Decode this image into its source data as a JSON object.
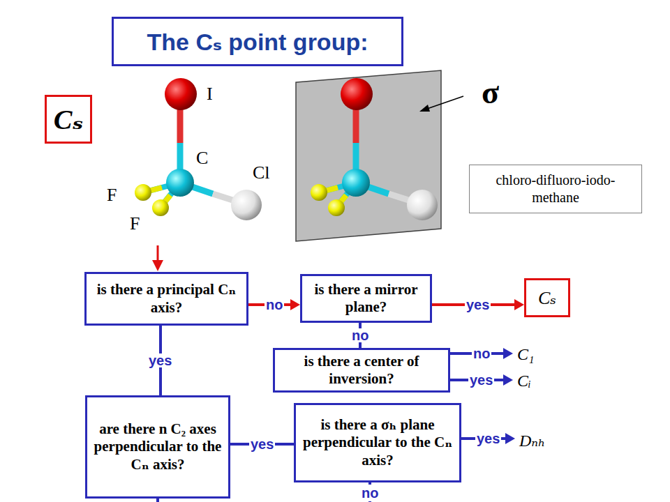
{
  "diagram": {
    "title": "The Cₛ point group:",
    "nodes": [
      {
        "text": [
          "Cₛ"
        ]
      },
      {
        "text": [
          "chloro-difluoro-iodo-methane"
        ]
      },
      {
        "text": [
          "is there a principal Cₙ axis?"
        ]
      },
      {
        "text": [
          "is there a mirror plane?"
        ]
      },
      {
        "text": [
          "Cₛ"
        ]
      },
      {
        "text": [
          "is there a center of inversion?"
        ]
      },
      {
        "text": [
          "C₁"
        ]
      },
      {
        "text": [
          "Cᵢ"
        ]
      },
      {
        "text": [
          "are there n C₂ axes perpendicular to the Cₙ axis?"
        ]
      },
      {
        "text": [
          "is there a σₕ plane perpendicular to the Cₙ axis?"
        ]
      },
      {
        "text": [
          "Dₙₕ"
        ]
      }
    ],
    "edges": [
      {
        "from": 2,
        "to": 3,
        "label": "no",
        "arrow": "to"
      },
      {
        "from": 3,
        "to": 4,
        "label": "yes",
        "arrow": "to"
      },
      {
        "from": 3,
        "to": 5,
        "label": "no",
        "arrow": "none"
      },
      {
        "from": 5,
        "to": 6,
        "label": "no",
        "arrow": "to"
      },
      {
        "from": 5,
        "to": 7,
        "label": "yes",
        "arrow": "to"
      },
      {
        "from": 2,
        "to": 8,
        "label": "yes",
        "arrow": "none"
      },
      {
        "from": 8,
        "to": 9,
        "label": "yes",
        "arrow": "none"
      },
      {
        "from": 9,
        "to": 10,
        "label": "yes",
        "arrow": "to"
      }
    ],
    "labels": [
      "I",
      "C",
      "Cl",
      "F",
      "F",
      "σ",
      "no"
    ]
  }
}
